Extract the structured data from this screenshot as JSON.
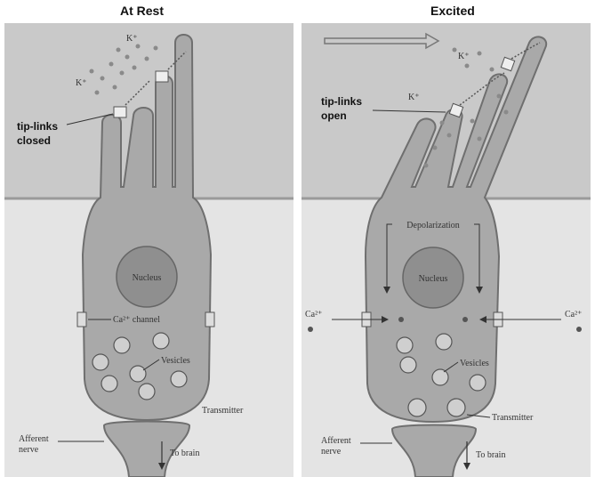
{
  "titles": {
    "left": "At Rest",
    "right": "Excited"
  },
  "left_panel": {
    "ion_k1": "K⁺",
    "ion_k2": "K⁺",
    "tip_links_line1": "tip-links",
    "tip_links_line2": "closed",
    "nucleus": "Nucleus",
    "ca_channel": "Ca²⁺ channel",
    "vesicles": "Vesicles",
    "transmitter": "Transmitter",
    "afferent_line1": "Afferent",
    "afferent_line2": "nerve",
    "to_brain": "To brain"
  },
  "right_panel": {
    "ion_k1": "K⁺",
    "ion_k2": "K⁺",
    "tip_links_line1": "tip-links",
    "tip_links_line2": "open",
    "depolarization": "Depolarization",
    "nucleus": "Nucleus",
    "ca_left": "Ca²⁺",
    "ca_right": "Ca²⁺",
    "vesicles": "Vesicles",
    "transmitter": "Transmitter",
    "afferent_line1": "Afferent",
    "afferent_line2": "nerve",
    "to_brain": "To brain"
  },
  "colors": {
    "top_bg": "#c9c9c9",
    "bottom_bg": "#e4e4e4",
    "cell_fill": "#a9a9a9",
    "cell_stroke": "#6f6f6f",
    "nucleus_fill": "#8f8f8f",
    "text": "#333333"
  }
}
